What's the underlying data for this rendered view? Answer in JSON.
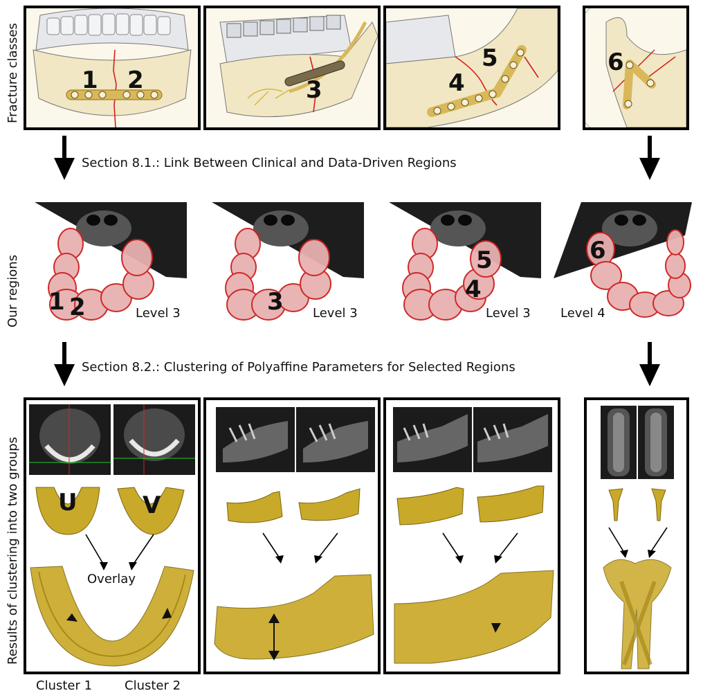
{
  "row_labels": {
    "fracture": "Fracture classes",
    "regions": "Our regions",
    "results": "Results of clustering into two groups"
  },
  "sections": {
    "s81": "Section 8.1.: Link Between Clinical and Data-Driven Regions",
    "s82": "Section 8.2.: Clustering of Polyaffine Parameters for Selected Regions"
  },
  "fracture_panels": [
    {
      "labels": [
        "1",
        "2"
      ]
    },
    {
      "labels": [
        "3"
      ]
    },
    {
      "labels": [
        "4",
        "5"
      ]
    },
    {
      "labels": [
        "6"
      ]
    }
  ],
  "region_panels": [
    {
      "labels": [
        "1",
        "2"
      ],
      "level": "Level 3"
    },
    {
      "labels": [
        "3"
      ],
      "level": "Level 3"
    },
    {
      "labels": [
        "5",
        "4"
      ],
      "level": "Level 3"
    },
    {
      "labels": [
        "6"
      ],
      "level": "Level 4"
    }
  ],
  "results": {
    "shape_u": "U",
    "shape_v": "V",
    "overlay": "Overlay",
    "cluster1": "Cluster 1",
    "cluster2": "Cluster 2"
  },
  "colors": {
    "bone": "#f1e7c4",
    "plate": "#d8b85a",
    "fracture_line": "#d41d1d",
    "region_pink": "#e8b0b0",
    "region_red": "#cc1f1f",
    "mesh_gold": "#c9a92a",
    "ct_dark": "#1b1b1b"
  }
}
